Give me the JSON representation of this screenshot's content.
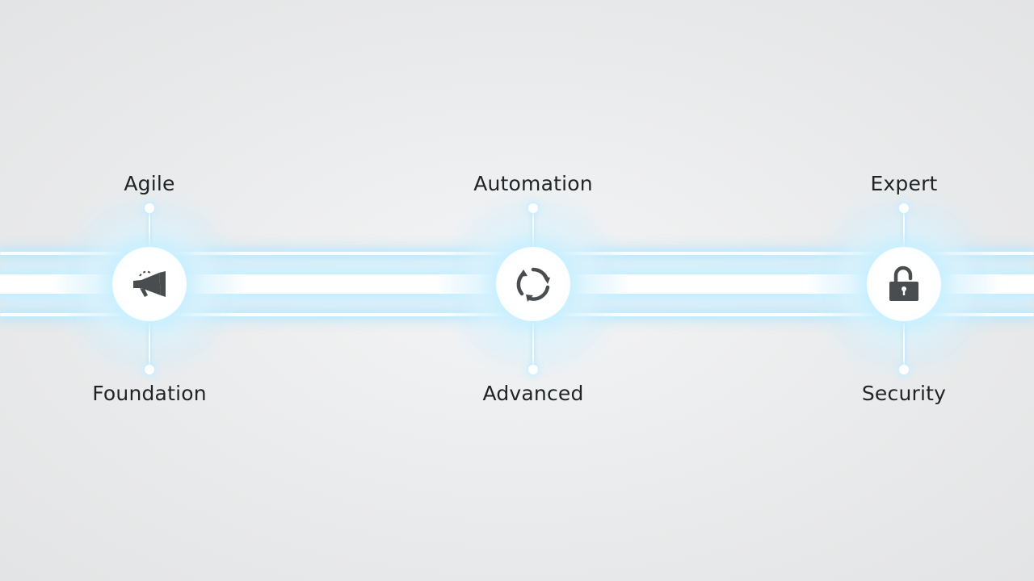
{
  "stages": [
    {
      "top_label": "Agile",
      "bottom_label": "Foundation",
      "icon": "megaphone-icon"
    },
    {
      "top_label": "Automation",
      "bottom_label": "Advanced",
      "icon": "refresh-cycle-icon"
    },
    {
      "top_label": "Expert",
      "bottom_label": "Security",
      "icon": "unlocked-padlock-icon"
    }
  ],
  "colors": {
    "icon": "#4a4d50",
    "text": "#1f2326",
    "glow": "#c8eeff"
  }
}
